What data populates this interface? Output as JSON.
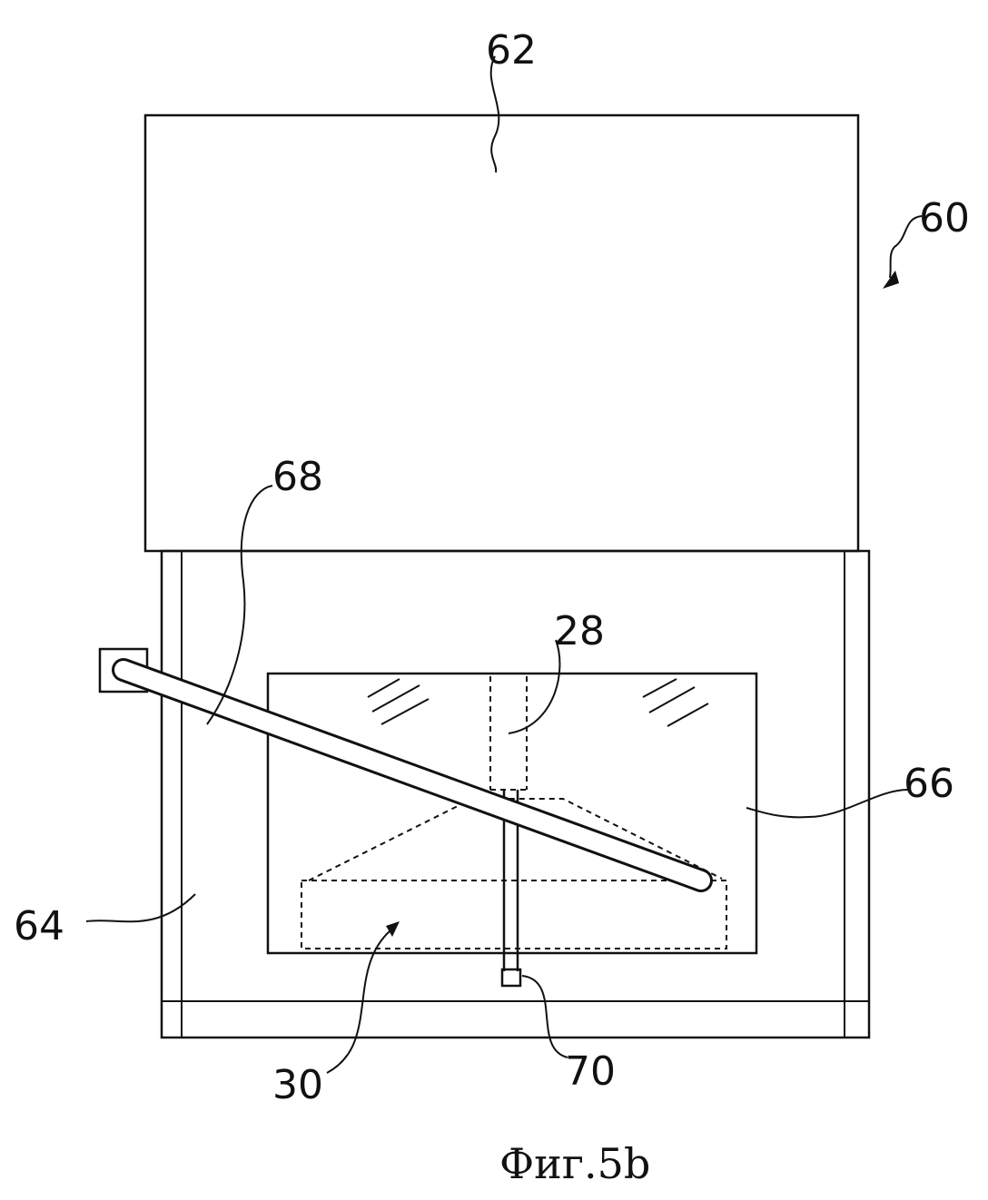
{
  "figure": {
    "caption": "Фиг.5b",
    "labels": {
      "ref_60": "60",
      "ref_62": "62",
      "ref_64": "64",
      "ref_66": "66",
      "ref_68": "68",
      "ref_28": "28",
      "ref_30": "30",
      "ref_70": "70"
    }
  }
}
